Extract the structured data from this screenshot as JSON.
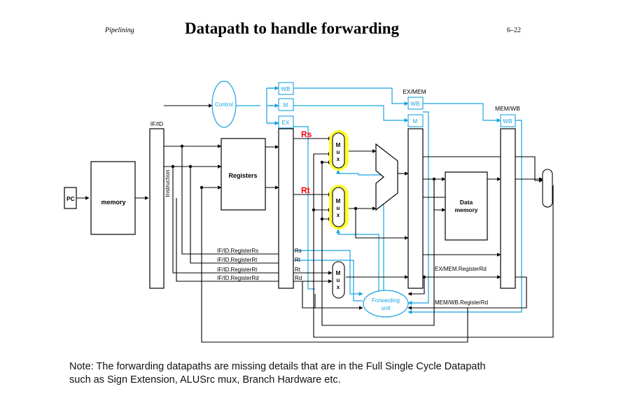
{
  "header": {
    "section": "Pipelining",
    "title": "Datapath to handle forwarding",
    "page": "6–22"
  },
  "diagram": {
    "pc": "PC",
    "instruction_memory": "memory",
    "ifid": "IF/ID",
    "instruction": "Instruction",
    "control": "Control",
    "registers": "Registers",
    "idex": {
      "wb": "WB",
      "m": "M",
      "ex": "EX"
    },
    "exmem": {
      "label": "EX/MEM",
      "wb": "WB",
      "m": "M"
    },
    "memwb": {
      "label": "MEM/WB",
      "wb": "WB"
    },
    "rs_label": "Rs",
    "rt_label": "Rt",
    "mux": "M u x",
    "data_memory": {
      "line1": "Data",
      "line2": "memory"
    },
    "reg_fields": [
      "IF/ID.RegisterRs",
      "IF/ID.RegisterRt",
      "IF/ID.RegisterRt",
      "IF/ID.RegisterRd"
    ],
    "idex_fields": [
      "Rs",
      "Rt",
      "Rt",
      "Rd"
    ],
    "forwarding_unit": {
      "line1": "Forwarding",
      "line2": "unit"
    },
    "exmem_registerrd": "EX/MEM.RegisterRd",
    "memwb_registerrd": "MEM/WB.RegisterRd",
    "colors": {
      "control_blue": "#1aa3e0",
      "highlight_yellow": "#ffff33",
      "label_red": "#ff0000"
    }
  },
  "note": {
    "line1": "Note: The forwarding datapaths are missing details that are in the Full Single Cycle Datapath",
    "line2": "such as Sign Extension, ALUSrc mux, Branch Hardware etc."
  }
}
